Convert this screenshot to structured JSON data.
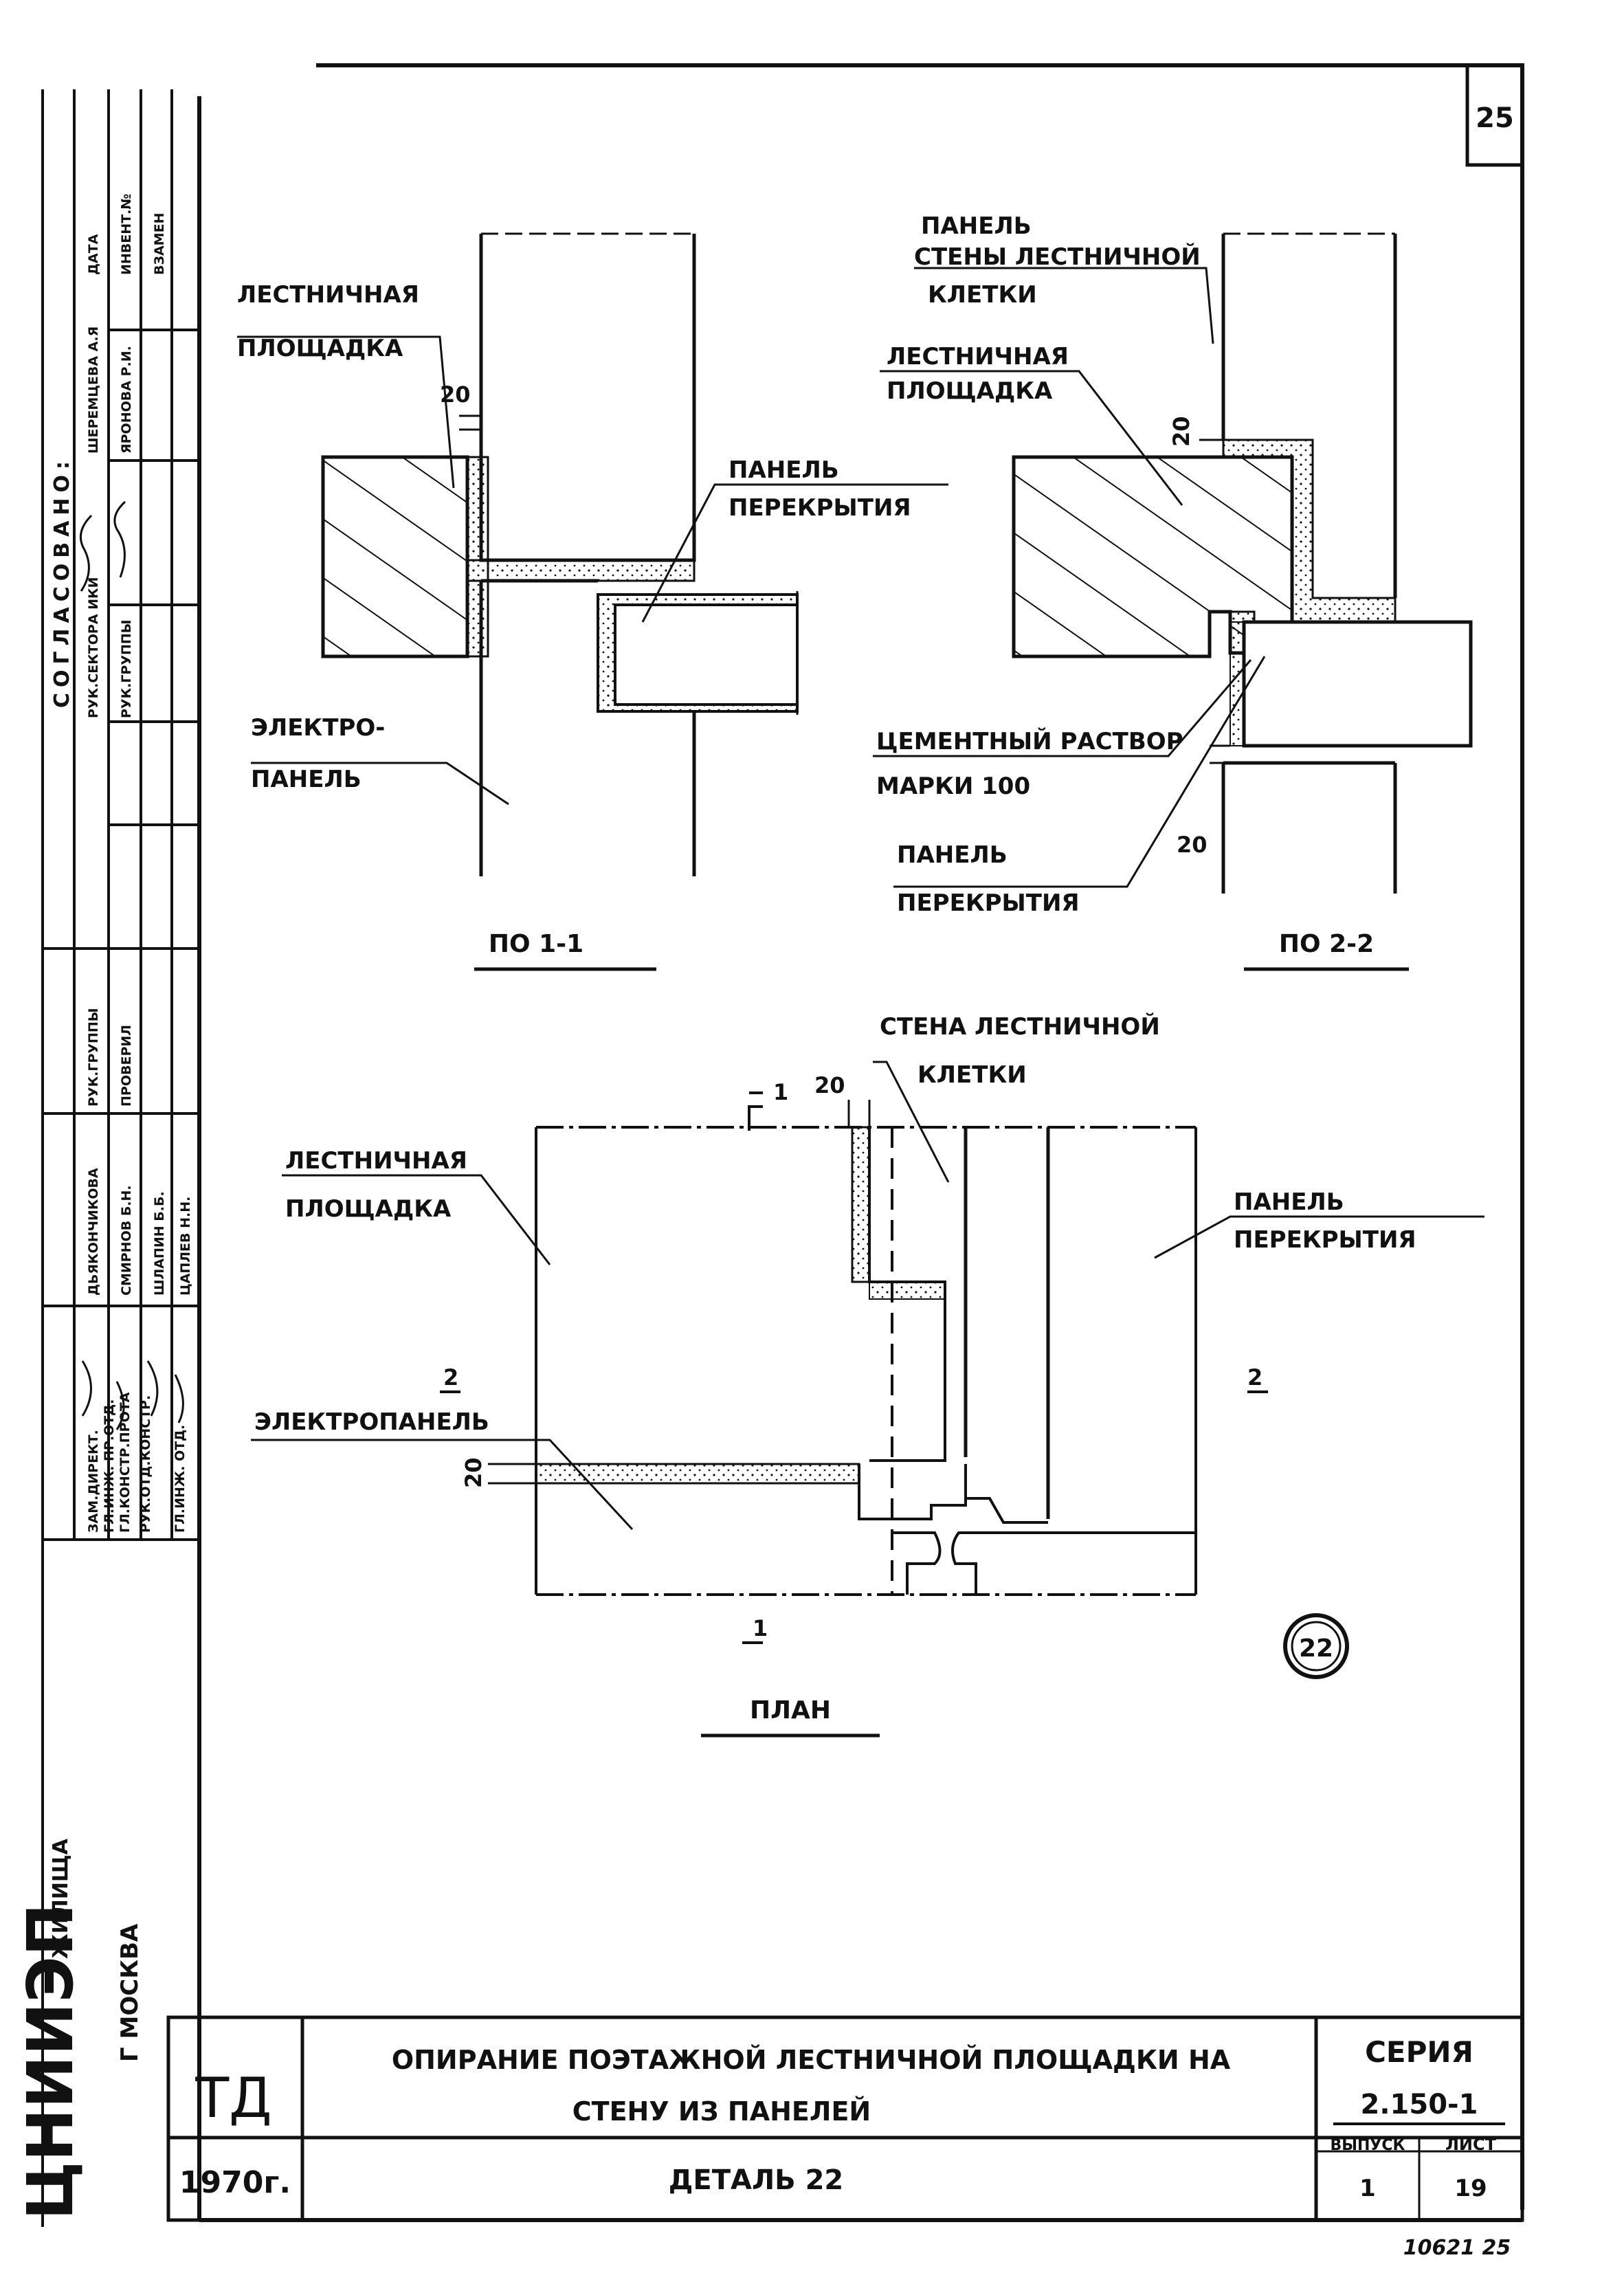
{
  "sheet_number": "25",
  "approval": {
    "heading": "СОГЛАСОВАНО:",
    "columns": [
      "ДАТА",
      "ИНВЕНТ.№",
      "ВЗАМЕН"
    ],
    "names": [
      "ШЕРЕМЦЕВА А.Я",
      "ЯРОНОВА Р.И."
    ],
    "roles": [
      "РУК.СЕКТОРА ИКИ",
      "РУК.ГРУППЫ"
    ]
  },
  "staff": {
    "left_col": [
      "ЗАМ.ДИРЕКТ.",
      "ГЛ.ИНЖ. ПР.ОТД.",
      "ГЛ.КОНСТР.ПРОТА",
      "РУК.ОТД.КОНСТР.",
      "ГЛ.ИНЖ. ОТД."
    ],
    "mid_col": [
      "ДЬЯКОНЧИКОВА",
      "СМИРНОВ Б.Н.",
      "ШЛАПИН Б.Б.",
      "ЦАПЛЕВ Н.Н."
    ],
    "right_col": [
      "РУК.ГРУППЫ",
      "ПРОВЕРИЛ"
    ]
  },
  "institute": {
    "abbr": "ЦНИИЭП",
    "suffix": "ЖИЛИЩА",
    "city": "Г МОСКВА"
  },
  "section11": {
    "labels": {
      "landing": [
        "ЛЕСТНИЧНАЯ",
        "ПЛОЩАДКА"
      ],
      "slab": [
        "ПАНЕЛЬ",
        "ПЕРЕКРЫТИЯ"
      ],
      "electro": [
        "ЭЛЕКТРО-",
        "ПАНЕЛЬ"
      ]
    },
    "dim": "20",
    "caption": "ПО 1-1"
  },
  "section22": {
    "labels": {
      "wall_panel": [
        "ПАНЕЛЬ",
        "СТЕНЫ ЛЕСТНИЧНОЙ",
        "КЛЕТКИ"
      ],
      "landing": [
        "ЛЕСТНИЧНАЯ",
        "ПЛОЩАДКА"
      ],
      "mortar": [
        "ЦЕМЕНТНЫЙ РАСТВОР",
        "МАРКИ 100"
      ],
      "slab": [
        "ПАНЕЛЬ",
        "ПЕРЕКРЫТИЯ"
      ]
    },
    "dim_top": "20",
    "dim_bottom": "20",
    "caption": "ПО 2-2"
  },
  "plan": {
    "labels": {
      "wall": [
        "СТЕНА ЛЕСТНИЧНОЙ",
        "КЛЕТКИ"
      ],
      "landing": [
        "ЛЕСТНИЧНАЯ",
        "ПЛОЩАДКА"
      ],
      "slab": [
        "ПАНЕЛЬ",
        "ПЕРЕКРЫТИЯ"
      ],
      "electro": "ЭЛЕКТРОПАНЕЛЬ"
    },
    "dim_top": "20",
    "dim_left": "20",
    "cut_1_top": "1",
    "cut_1_bottom": "1",
    "cut_2_left": "2",
    "cut_2_right": "2",
    "caption": "ПЛАН",
    "detail_mark": "22"
  },
  "title_block": {
    "code": "ТД",
    "year": "1970г.",
    "title_line1": "ОПИРАНИЕ ПОЭТАЖНОЙ ЛЕСТНИЧНОЙ ПЛОЩАДКИ НА",
    "title_line2": "СТЕНУ ИЗ ПАНЕЛЕЙ",
    "detail": "ДЕТАЛЬ 22",
    "series_label": "СЕРИЯ",
    "series_value": "2.150-1",
    "issue_label": "ВЫПУСК",
    "issue_value": "1",
    "sheet_label": "ЛИСТ",
    "sheet_value": "19",
    "archive": "10621 25"
  }
}
